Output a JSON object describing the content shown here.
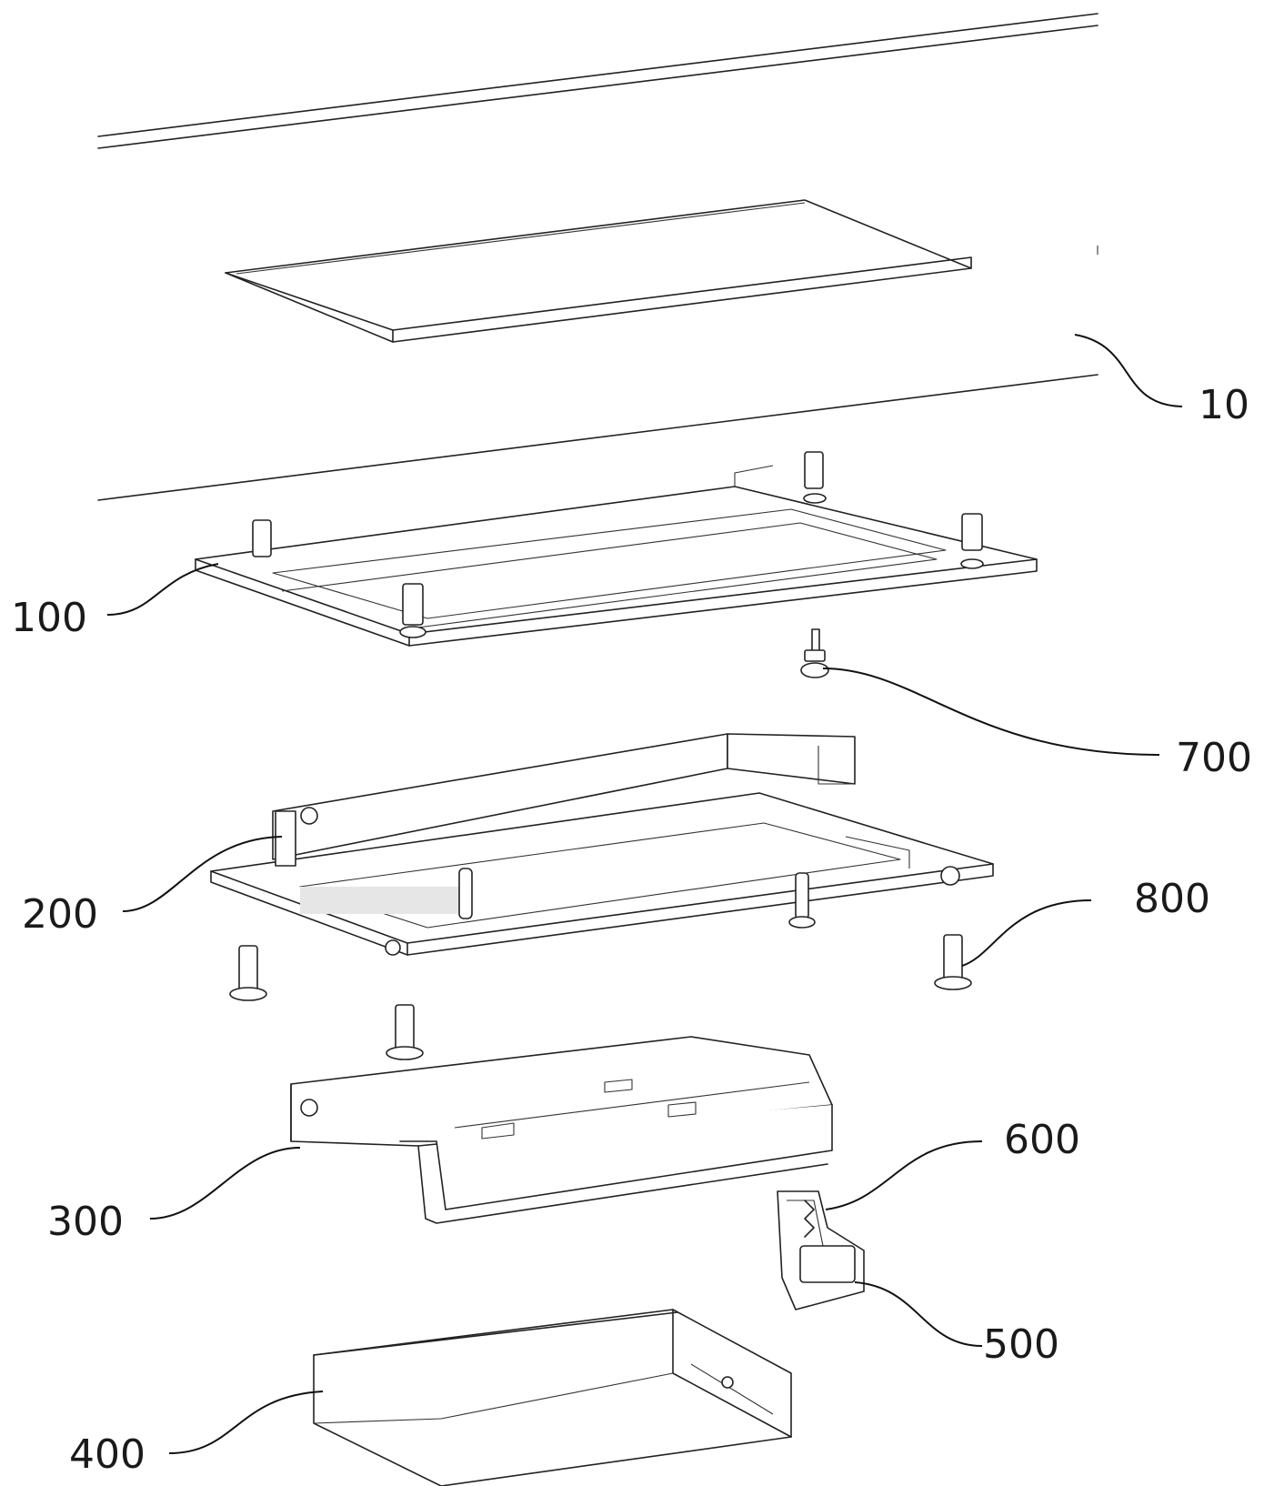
{
  "figure": {
    "labels": {
      "ref_10": "10",
      "ref_100": "100",
      "ref_700": "700",
      "ref_200": "200",
      "ref_800": "800",
      "ref_300": "300",
      "ref_600": "600",
      "ref_500": "500",
      "ref_400": "400"
    },
    "colors": {
      "line": "#222222",
      "background": "#ffffff",
      "shade": "#e6e6e6"
    }
  }
}
